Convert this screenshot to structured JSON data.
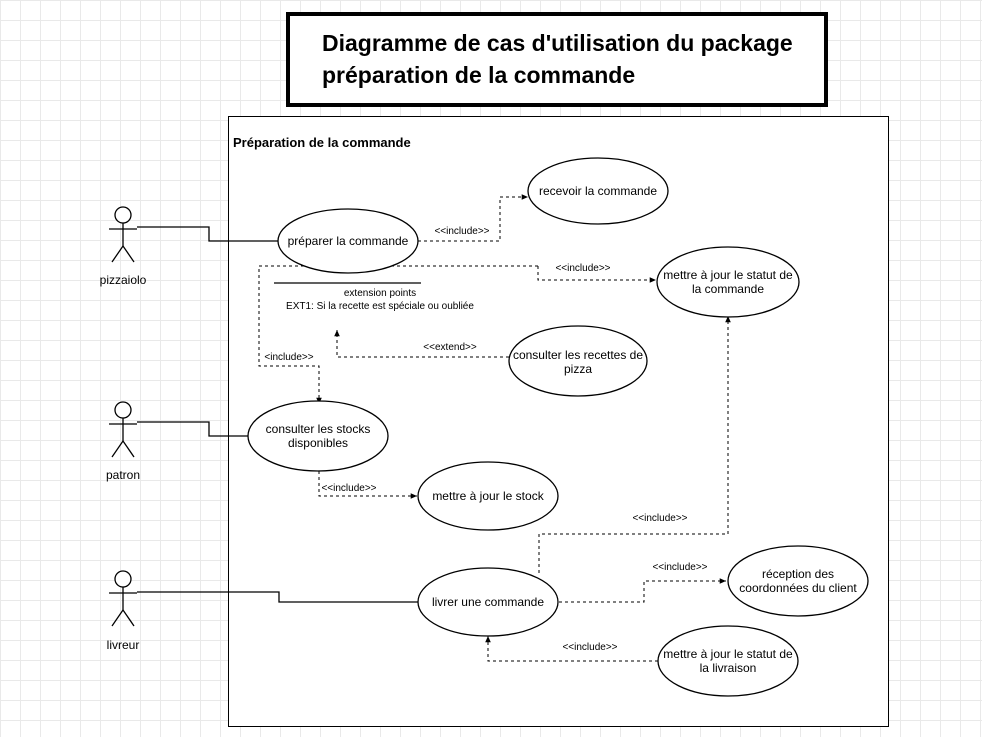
{
  "title": {
    "line1": "Diagramme de cas d'utilisation du package",
    "line2": "préparation de la commande"
  },
  "package": {
    "label": "Préparation de la commande"
  },
  "actors": {
    "pizzaiolo": "pizzaiolo",
    "patron": "patron",
    "livreur": "livreur"
  },
  "use_cases": {
    "preparer": [
      "préparer la commande"
    ],
    "recevoir": [
      "recevoir la commande"
    ],
    "maj_statut_commande": [
      "mettre à jour le statut de",
      "la commande"
    ],
    "consulter_recettes": [
      "consulter les recettes de",
      "pizza"
    ],
    "consulter_stocks": [
      "consulter les stocks",
      "disponibles"
    ],
    "maj_stock": [
      "mettre à jour le stock"
    ],
    "livrer": [
      "livrer une commande"
    ],
    "reception_coordonnees": [
      "réception des",
      "coordonnées du client"
    ],
    "maj_statut_livraison": [
      "mettre à jour le statut de",
      "la livraison"
    ]
  },
  "extension_points": {
    "header": "extension points",
    "ext1": "EXT1: Si la recette est spéciale ou oubliée"
  },
  "relations": {
    "include_preparer_recevoir": "<<include>>",
    "include_preparer_statut": "<<include>>",
    "include_preparer_stocks": "<include>>",
    "extend_recettes_preparer": "<<extend>>",
    "include_stocks_majstock": "<<include>>",
    "include_livrer_statut": "<<include>>",
    "include_livrer_reception": "<<include>>",
    "include_majlivraison_livrer": "<<include>>"
  },
  "colors": {
    "line": "#000000",
    "grid": "#e9e9e9",
    "background": "#ffffff"
  }
}
